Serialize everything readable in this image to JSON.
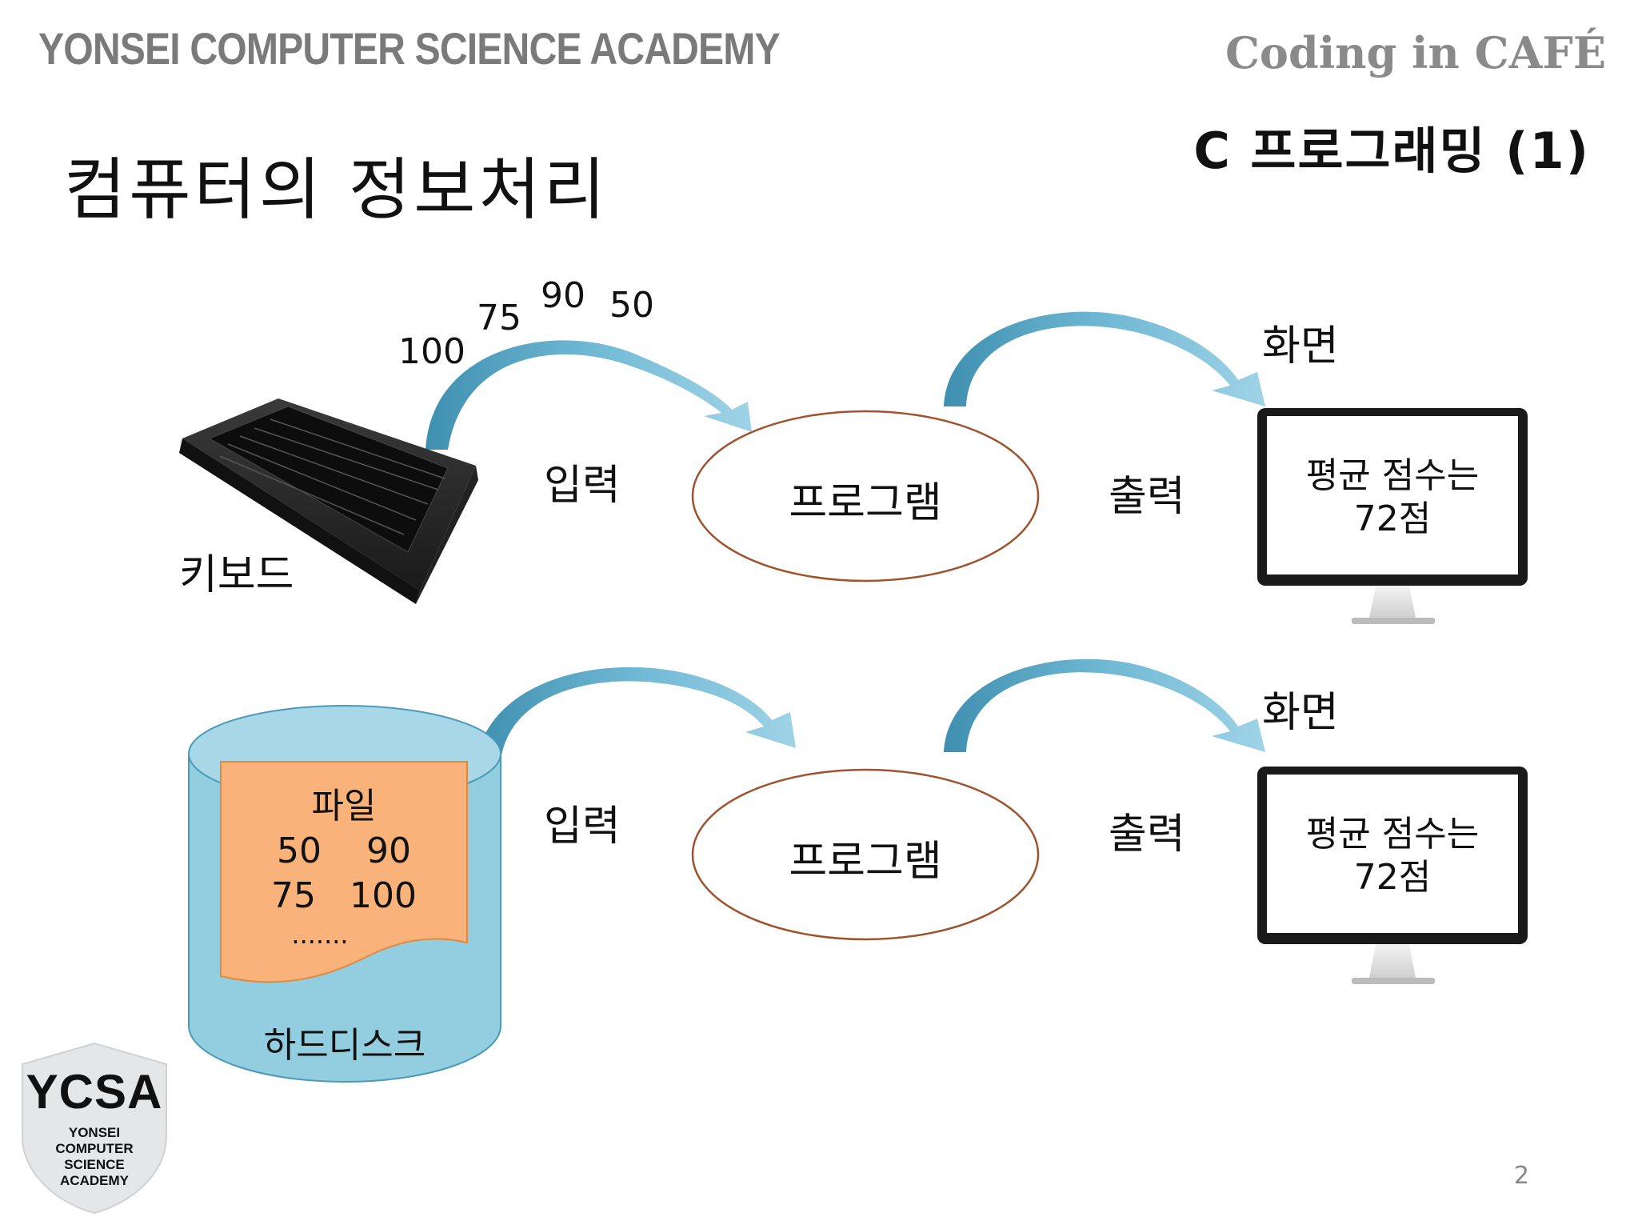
{
  "header": {
    "left": "YONSEI COMPUTER SCIENCE ACADEMY",
    "right": "Coding in CAFÉ"
  },
  "subtitle": "C 프로그래밍 (1)",
  "title": "컴퓨터의 정보처리",
  "row1": {
    "numbers": [
      "100",
      "75",
      "90",
      "50"
    ],
    "source_label": "키보드",
    "input_label": "입력",
    "program_label": "프로그램",
    "output_label": "출력",
    "screen_label": "화면",
    "screen_line1": "평균 점수는",
    "screen_line2": "72점"
  },
  "row2": {
    "file_title": "파일",
    "file_line1": "50    90",
    "file_line2": "75   100",
    "file_line3": ".......",
    "disk_label": "하드디스크",
    "input_label": "입력",
    "program_label": "프로그램",
    "output_label": "출력",
    "screen_label": "화면",
    "screen_line1": "평균 점수는",
    "screen_line2": "72점"
  },
  "logo": {
    "main": "YCSA",
    "line1": "YONSEI",
    "line2": "COMPUTER",
    "line3": "SCIENCE",
    "line4": "ACADEMY"
  },
  "page_number": "2",
  "colors": {
    "arrow": "#5ba8c8",
    "ellipse_stroke": "#a0522d",
    "disk_fill": "#92cde0",
    "file_fill": "#f8b27a"
  }
}
